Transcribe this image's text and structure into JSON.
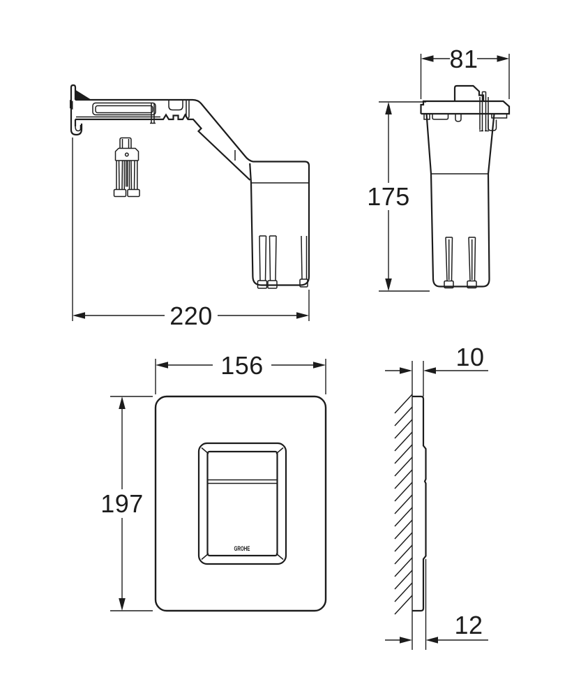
{
  "colors": {
    "line": "#1c1c1c",
    "background": "#ffffff"
  },
  "views": {
    "bracket_side": {
      "width_mm": "220"
    },
    "reservoir_front": {
      "width_mm": "81",
      "height_mm": "175"
    },
    "plate_front": {
      "width_mm": "156",
      "height_mm": "197",
      "logo_text": "GROHE"
    },
    "plate_side": {
      "projection_top_mm": "10",
      "projection_bottom_mm": "12"
    }
  }
}
